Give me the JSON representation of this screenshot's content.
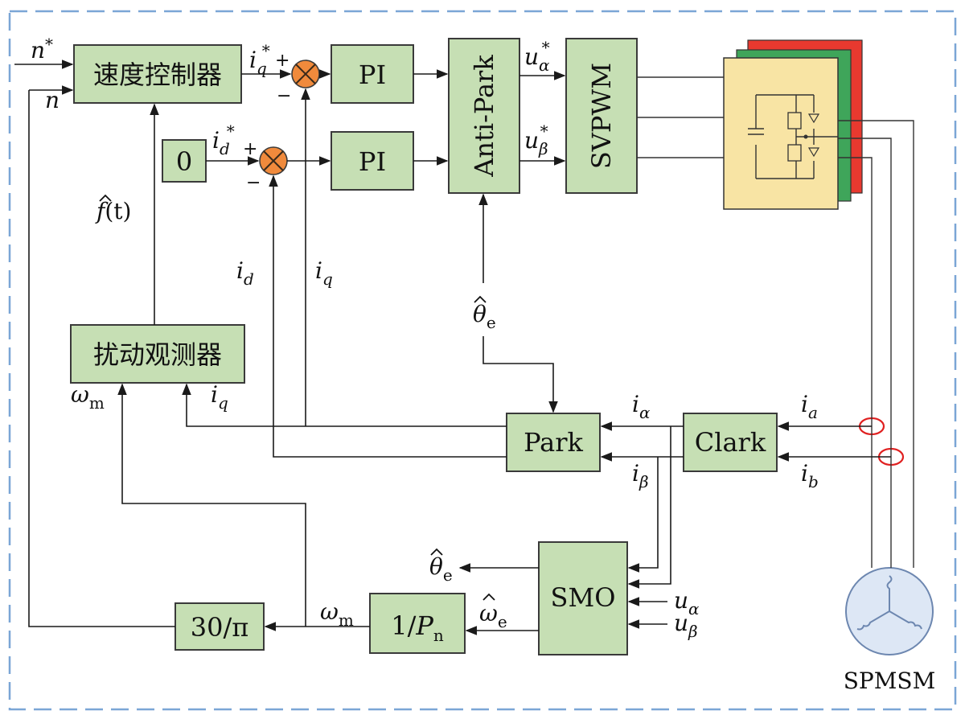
{
  "blocks": {
    "speed_controller": "速度控制器",
    "zero": "0",
    "pi_q": "PI",
    "pi_d": "PI",
    "anti_park": "Anti-Park",
    "svpwm": "SVPWM",
    "disturbance_observer": "扰动观测器",
    "park": "Park",
    "clark": "Clark",
    "smo": "SMO",
    "gain_30_pi": "30/π",
    "inv_pn_prefix": "1/",
    "inv_pn_var": "P",
    "inv_pn_sub": "n"
  },
  "motor_label": "SPMSM",
  "signals": {
    "n_star": "n",
    "n": "n",
    "star": "*",
    "iq": "i",
    "q": "q",
    "id": "i",
    "d": "d",
    "u_alpha": "u",
    "u_beta": "u",
    "alpha": "α",
    "beta": "β",
    "i_alpha": "i",
    "i_beta": "i",
    "i_a": "i",
    "a": "a",
    "i_b": "i",
    "b": "b",
    "theta_e": "θ",
    "omega_e": "ω",
    "omega_m": "ω",
    "e": "e",
    "m": "m",
    "f_hat": "f",
    "f_hat_arg": "(t)",
    "plus": "+",
    "minus": "−"
  },
  "colors": {
    "block_fill": "#c6dfb4",
    "sum_fill": "#f08a3c",
    "inverter_fill": "#f8e4a4",
    "inverter_green": "#3fa55a",
    "inverter_red": "#e8392f",
    "border_dash": "#7ba6d6",
    "sensor_ring": "#e02020",
    "motor_fill": "#dde7f5"
  }
}
